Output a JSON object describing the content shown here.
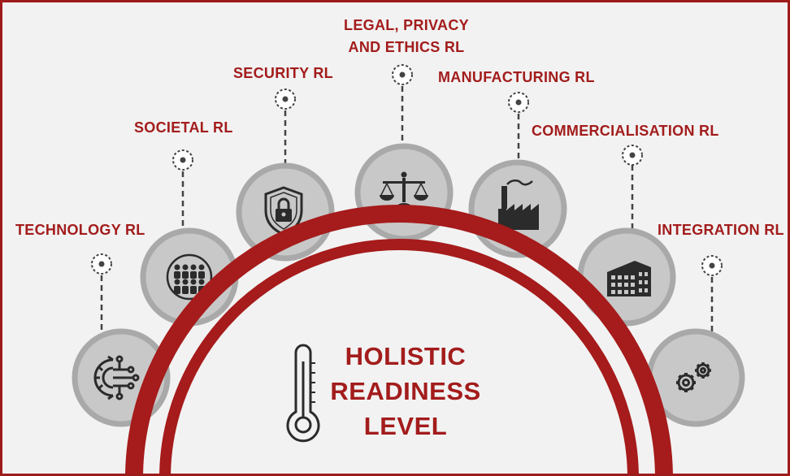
{
  "title": {
    "line1": "HOLISTIC",
    "line2": "READINESS",
    "line3": "LEVEL"
  },
  "nodes": [
    {
      "label": "TECHNOLOGY RL",
      "icon": "gear-circuit-icon"
    },
    {
      "label": "SOCIETAL RL",
      "icon": "people-group-icon"
    },
    {
      "label": "SECURITY RL",
      "icon": "shield-lock-icon"
    },
    {
      "label_line1": "LEGAL, PRIVACY",
      "label_line2": "AND ETHICS RL",
      "icon": "scales-of-justice-icon"
    },
    {
      "label": "MANUFACTURING RL",
      "icon": "factory-icon"
    },
    {
      "label": "COMMERCIALISATION RL",
      "icon": "office-building-icon"
    },
    {
      "label": "INTEGRATION RL",
      "icon": "gears-icon"
    }
  ],
  "colors": {
    "accent": "#a31c1c",
    "arc": "#a61b1b",
    "circle_fill": "#c8c8c8",
    "circle_border": "#a9a9a9",
    "background": "#f2f2f2"
  }
}
